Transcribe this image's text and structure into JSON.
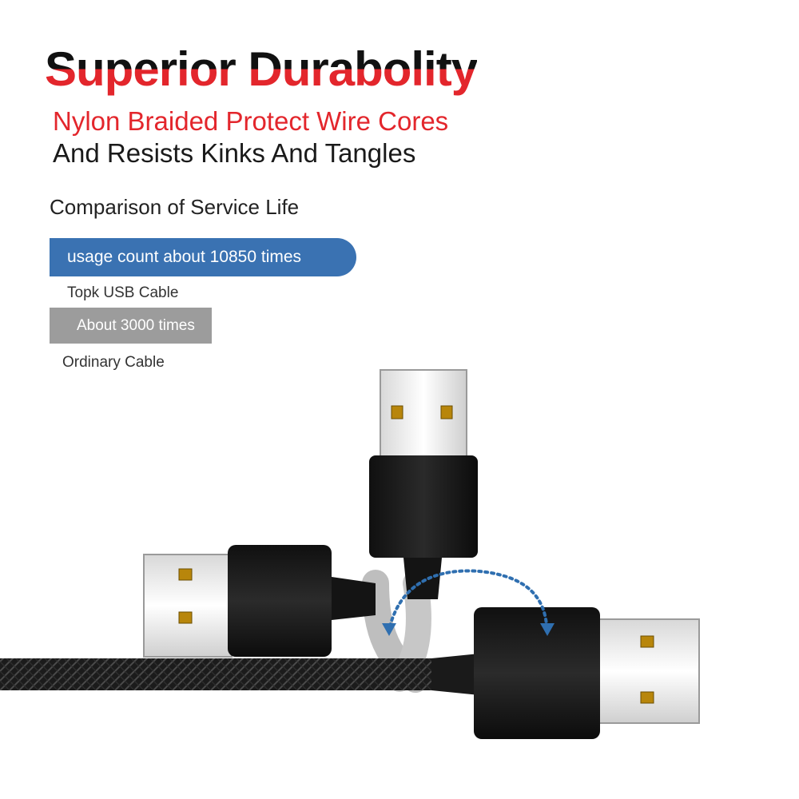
{
  "headline": "Superior Durabolity",
  "subline_red": "Nylon Braided Protect Wire Cores",
  "subline_black": "And Resists Kinks And Tangles",
  "comparison": {
    "title": "Comparison of Service Life",
    "topk": {
      "bar_text": "usage count about 10850 times",
      "label": "Topk USB Cable",
      "value": 10850
    },
    "ordinary": {
      "bar_text": "About 3000 times",
      "label": "Ordinary Cable",
      "value": 3000
    }
  },
  "colors": {
    "headline_top": "#111111",
    "headline_bottom": "#e3262c",
    "accent_red": "#e3262c",
    "topk_bar": "#3a72b2",
    "ordinary_bar": "#9c9c9c",
    "arrow": "#2f6fb0"
  },
  "illustration": {
    "icons": [
      "usb-a-plug",
      "braided-cable",
      "bend-arrow"
    ]
  }
}
